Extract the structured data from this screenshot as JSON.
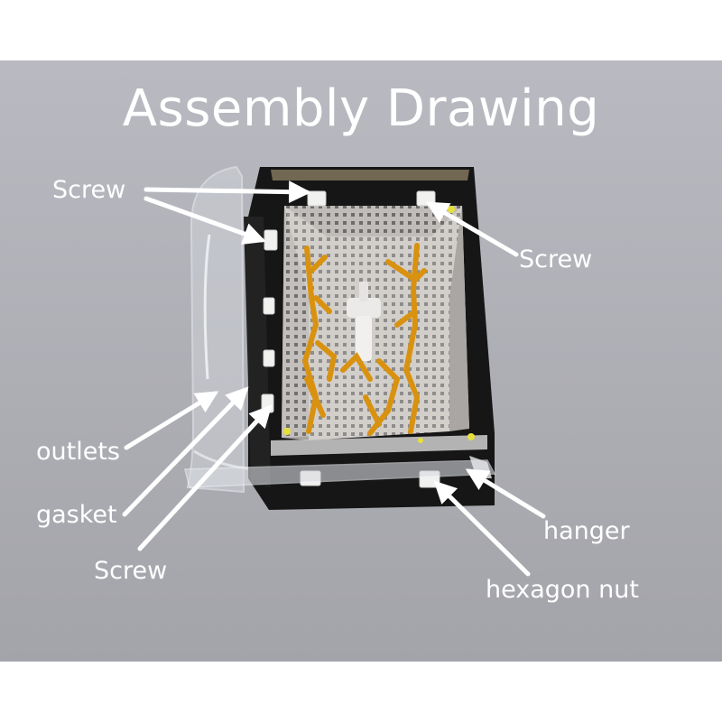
{
  "title": "Assembly Drawing",
  "labels": {
    "screw_top_left": "Screw",
    "screw_right": "Screw",
    "outlets": "outlets",
    "gasket": "gasket",
    "screw_bottom": "Screw",
    "hanger": "hanger",
    "hexagon_nut": "hexagon nut"
  },
  "colors": {
    "background": "#b3b4ba",
    "label_text": "#ffffff",
    "arrow": "#ffffff",
    "box_frame": "#141414",
    "mesh": "#c9c5c2",
    "roots": "#d9920f"
  }
}
